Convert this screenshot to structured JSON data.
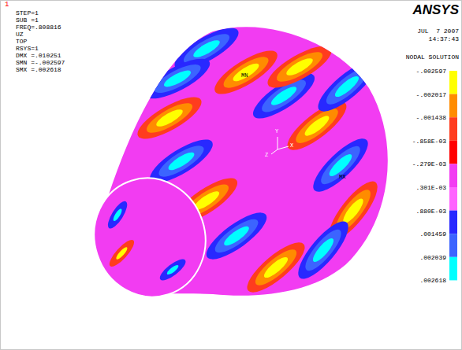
{
  "diagram": {
    "labels": [
      "1",
      "STEP=1",
      "SUB =1",
      "FREQ=.808816",
      "UZ",
      "TOP",
      "RSYS=1",
      "DMX =.010251",
      "SMN =-.002597",
      "SMX =.002618",
      "ANSYS",
      "JUL  7 2007",
      "14:37:43",
      "NODAL SOLUTION",
      "-.002597",
      "-.002017",
      "-.001438",
      "-.858E-03",
      "-.279E-03",
      ".301E-03",
      ".880E-03",
      ".001459",
      ".002039",
      ".002618",
      "MN",
      "MX",
      "Y",
      "Z",
      "X"
    ]
  }
}
